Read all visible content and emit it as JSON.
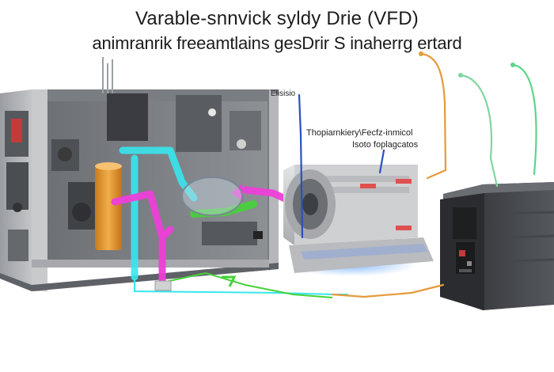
{
  "title_line1": "Varable-snnvick syldy Drie (VFD)",
  "title_line2": "animranrik freeamtlains gesDrir S inaherrg ertard",
  "labels": {
    "label_top": "Elisisio",
    "label_mid_line1": "Thopiarnkiery\\Fecfz-inmicol",
    "label_mid_line2": "Isoto foplagcatos"
  },
  "colors": {
    "cyan_flow": "#38e6ee",
    "magenta_flow": "#ee3fd8",
    "green_flow": "#46d23a",
    "orange_wire": "#e59a3a",
    "blue_wire": "#2b4fbf",
    "cabinet_gray": "#8a8d91",
    "motor_silver": "#c9cacc",
    "drive_dark": "#3a3c40"
  }
}
